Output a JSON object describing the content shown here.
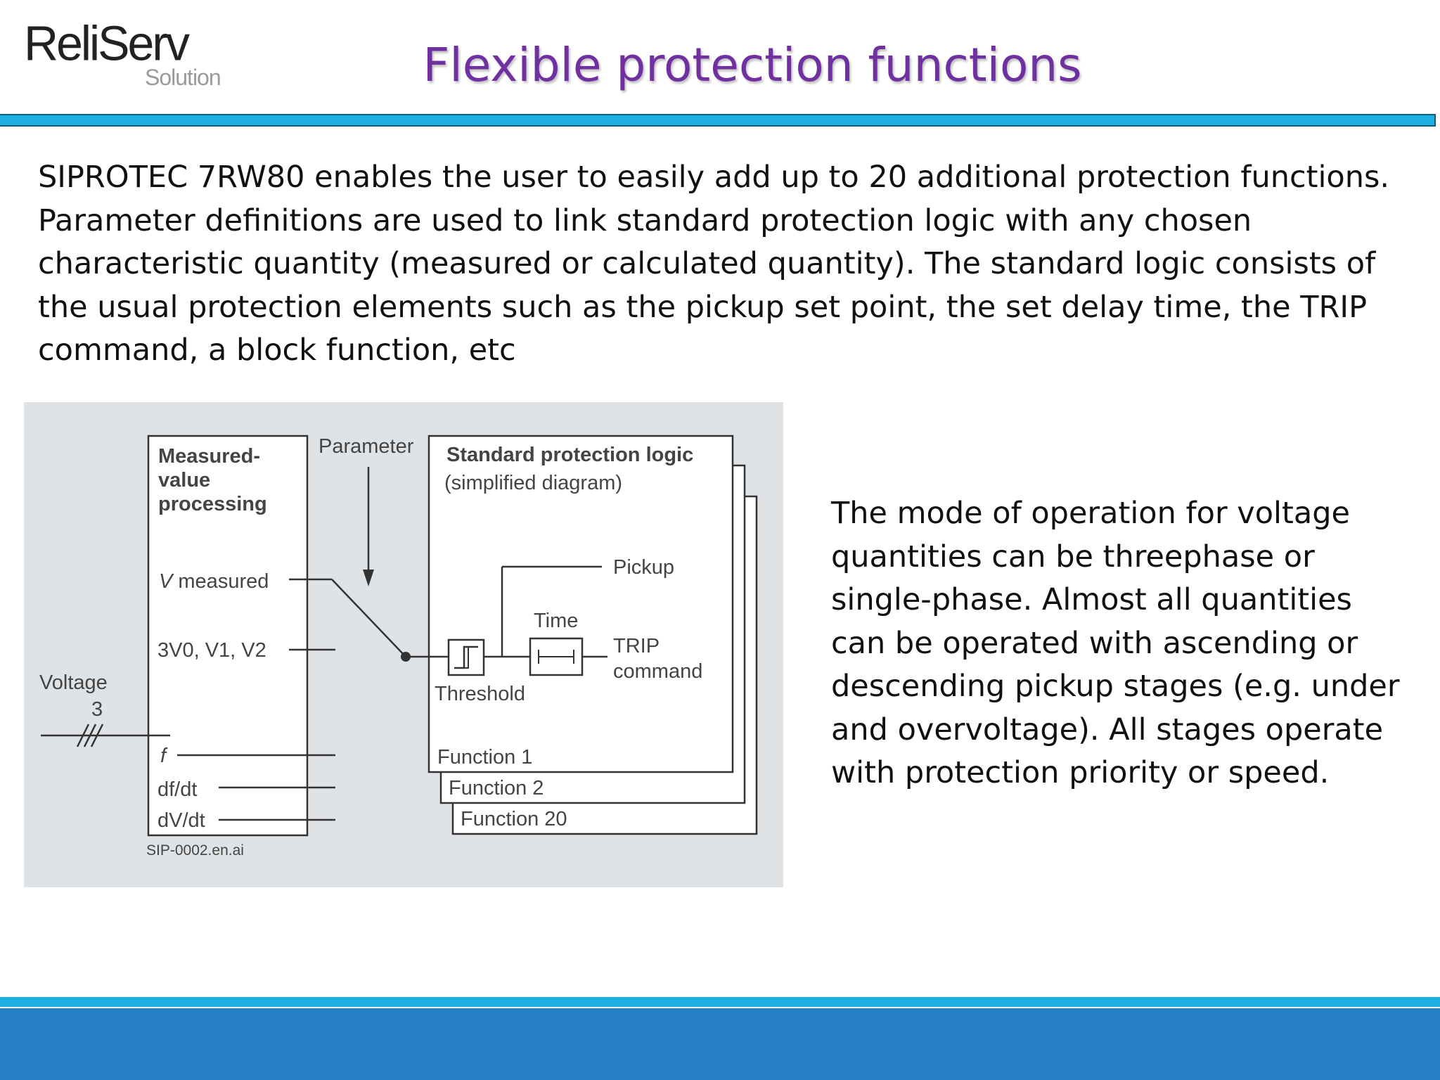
{
  "logo": {
    "brand": "ReliServ",
    "sub": "Solution"
  },
  "title": "Flexible protection functions",
  "intro": "SIPROTEC 7RW80 enables the user to easily add up to 20 additional protection functions. Parameter definitions are used to link standard protection logic with any chosen characteristic quantity (measured or calculated quantity). The standard logic consists of the usual protection elements such as the pickup set point, the set delay time, the TRIP command, a block function, etc",
  "side_text": "The mode of operation for voltage quantities can be threephase or single-phase. Almost all quantities can be operated with ascending or descending pickup stages (e.g. under and overvoltage). All stages operate with protection priority or speed.",
  "diagram": {
    "mvp_title": [
      "Measured-",
      "value",
      "processing"
    ],
    "v_measured_italic": "V",
    "v_measured_text": " measured",
    "v0_label": "3V0, V1, V2",
    "f_label": "f",
    "dfdt_label": "df/dt",
    "dvdt_label": "dV/dt",
    "voltage_label": "Voltage",
    "voltage_count": "3",
    "parameter_label": "Parameter",
    "spl_title": "Standard protection logic",
    "spl_subtitle": "(simplified diagram)",
    "pickup_label": "Pickup",
    "time_label": "Time",
    "trip_label_1": "TRIP",
    "trip_label_2": "command",
    "threshold_label": "Threshold",
    "function_1": "Function 1",
    "function_2": "Function 2",
    "function_20": "Function 20",
    "source_ref": "SIP-0002.en.ai"
  },
  "colors": {
    "title": "#7030a0",
    "rule": "#1daee2",
    "footer": "#2480c2",
    "figure_bg": "#dfe3e6"
  }
}
